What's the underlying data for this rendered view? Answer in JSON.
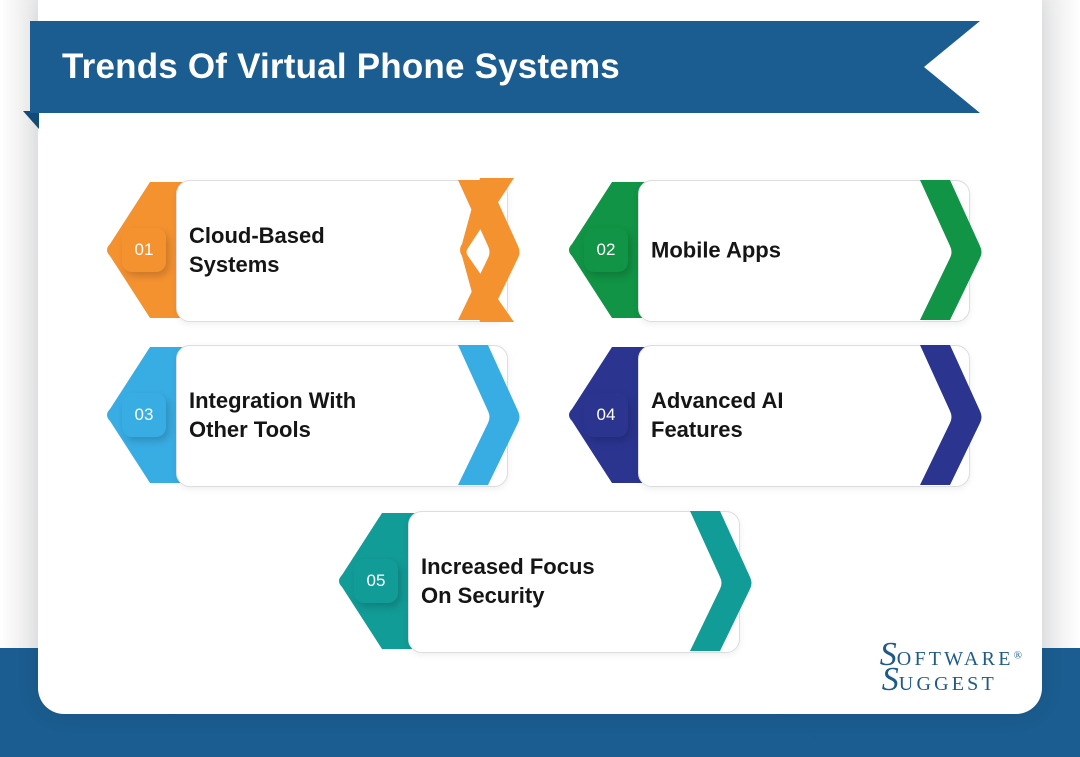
{
  "header": {
    "title": "Trends Of Virtual Phone Systems",
    "ribbon_color": "#1b5d90"
  },
  "steps": [
    {
      "number": "01",
      "label": "Cloud-Based\nSystems",
      "color": "#F59230"
    },
    {
      "number": "02",
      "label": "Mobile Apps",
      "color": "#119445"
    },
    {
      "number": "03",
      "label": "Integration With\nOther Tools",
      "color": "#38ADE4"
    },
    {
      "number": "04",
      "label": "Advanced AI\nFeatures",
      "color": "#2B3590"
    },
    {
      "number": "05",
      "label": "Increased Focus\nOn Security",
      "color": "#129C97"
    }
  ],
  "logo": {
    "line1_cap": "S",
    "line1_rest": "oftware",
    "registered": "®",
    "line2_cap": "S",
    "line2_rest": "uggest"
  },
  "colors": {
    "page_background": "#ffffff",
    "card_background": "#ffffff",
    "band": "#1b5d90",
    "text": "#151515"
  }
}
